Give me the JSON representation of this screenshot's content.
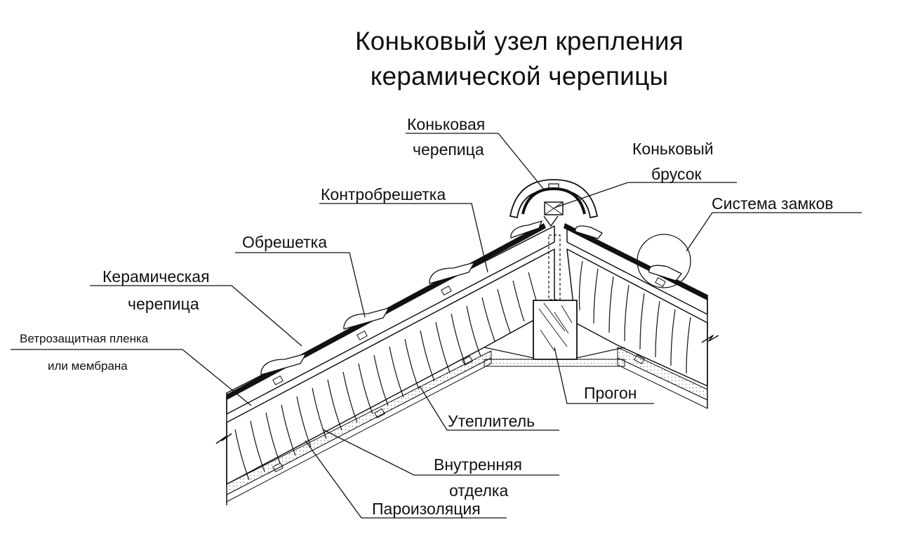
{
  "title": {
    "line1": "Коньковый узел крепления",
    "line2": "керамической черепицы"
  },
  "labels": {
    "ridge_tile_1": "Коньковая",
    "ridge_tile_2": "черепица",
    "ridge_beam_1": "Коньковый",
    "ridge_beam_2": "брусок",
    "lock_system": "Система замков",
    "counter_batten": "Контробрешетка",
    "batten": "Обрешетка",
    "ceramic_tile_1": "Керамическая",
    "ceramic_tile_2": "черепица",
    "wind_film_1": "Ветрозащитная пленка",
    "wind_film_2": "или мембрана",
    "purlin": "Прогон",
    "insulation": "Утеплитель",
    "inner_finish_1": "Внутренняя",
    "inner_finish_2": "отделка",
    "vapor_barrier": "Пароизоляция"
  },
  "colors": {
    "line": "#111111",
    "background": "#ffffff"
  }
}
